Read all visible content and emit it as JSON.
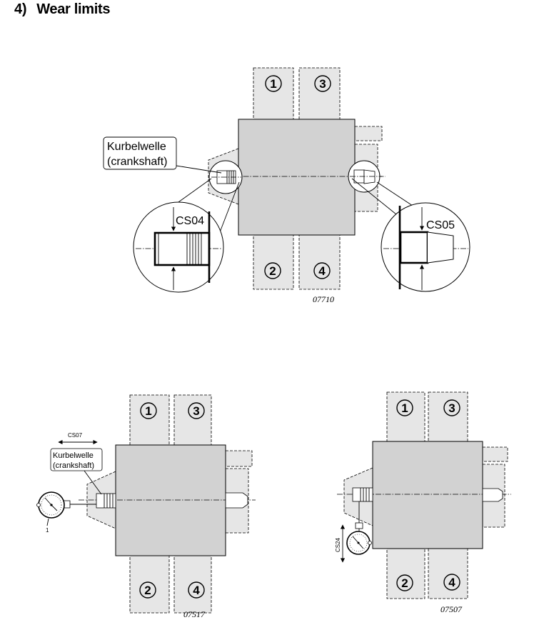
{
  "heading": {
    "number": "4)",
    "title": "Wear limits"
  },
  "figure1": {
    "cylinder_numbers": [
      "1",
      "3",
      "2",
      "4"
    ],
    "callout_line1": "Kurbelwelle",
    "callout_line2": "(crankshaft)",
    "left_label": "CS04",
    "right_label": "CS05",
    "figure_number": "07710"
  },
  "figure2": {
    "cylinder_numbers": [
      "1",
      "3",
      "2",
      "4"
    ],
    "callout_line1": "Kurbelwelle",
    "callout_line2": "(crankshaft)",
    "dimension_label": "CS07",
    "gauge_label": "1",
    "figure_number": "07517"
  },
  "figure3": {
    "cylinder_numbers": [
      "1",
      "3",
      "2",
      "4"
    ],
    "dimension_label": "CS24",
    "figure_number": "07507"
  }
}
